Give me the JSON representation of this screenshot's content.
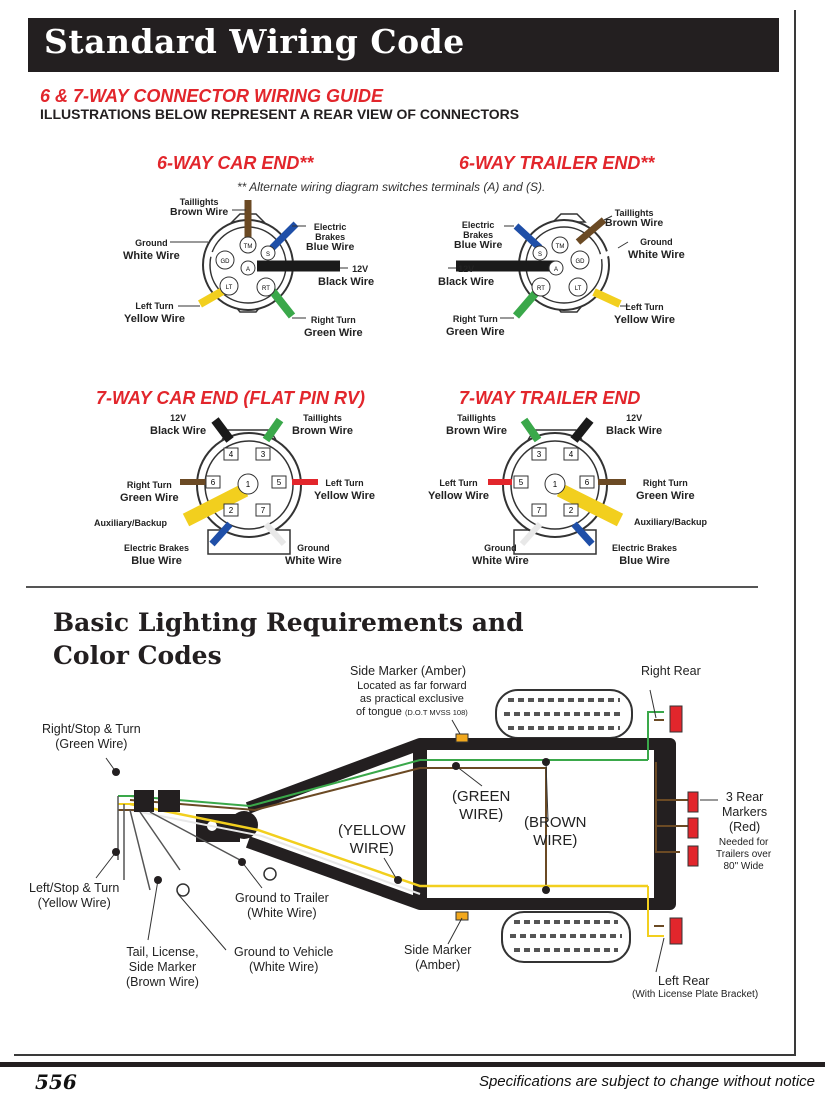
{
  "header": {
    "title": "Standard Wiring Code"
  },
  "guide": {
    "title": "6 & 7-WAY CONNECTOR WIRING GUIDE",
    "subtitle": "ILLUSTRATIONS BELOW REPRESENT A REAR VIEW OF CONNECTORS",
    "note": "** Alternate wiring diagram switches terminals (A) and (S)."
  },
  "six_car": {
    "title": "6-WAY CAR END**",
    "taillights": [
      "Taillights",
      "Brown Wire"
    ],
    "electric": [
      "Electric",
      "Brakes",
      "Blue Wire"
    ],
    "ground": [
      "Ground",
      "White Wire"
    ],
    "v12": [
      "12V",
      "Black Wire"
    ],
    "left": [
      "Left Turn",
      "Yellow Wire"
    ],
    "right": [
      "Right Turn",
      "Green Wire"
    ],
    "pins": [
      "TM",
      "S",
      "GD",
      "A",
      "LT",
      "RT"
    ]
  },
  "six_trailer": {
    "title": "6-WAY TRAILER END**",
    "electric": [
      "Electric",
      "Brakes",
      "Blue Wire"
    ],
    "taillights": [
      "Taillights",
      "Brown Wire"
    ],
    "ground": [
      "Ground",
      "White Wire"
    ],
    "v12": [
      "12V",
      "Black Wire"
    ],
    "right": [
      "Right Turn",
      "Green Wire"
    ],
    "left": [
      "Left Turn",
      "Yellow Wire"
    ],
    "pins": [
      "S",
      "TM",
      "GD",
      "A",
      "RT",
      "LT"
    ]
  },
  "seven_car": {
    "title": "7-WAY CAR END (FLAT PIN RV)",
    "v12": [
      "12V",
      "Black Wire"
    ],
    "taillights": [
      "Taillights",
      "Brown Wire"
    ],
    "right": [
      "Right Turn",
      "Green Wire"
    ],
    "left": [
      "Left Turn",
      "Yellow Wire"
    ],
    "aux": "Auxiliary/Backup",
    "brakes": [
      "Electric Brakes",
      "Blue Wire"
    ],
    "ground": [
      "Ground",
      "White Wire"
    ],
    "pins": [
      "4",
      "3",
      "6",
      "5",
      "2",
      "7",
      "1"
    ]
  },
  "seven_trailer": {
    "title": "7-WAY TRAILER END",
    "taillights": [
      "Taillights",
      "Brown Wire"
    ],
    "v12": [
      "12V",
      "Black Wire"
    ],
    "left": [
      "Left Turn",
      "Yellow Wire"
    ],
    "right": [
      "Right Turn",
      "Green Wire"
    ],
    "aux": "Auxiliary/Backup",
    "ground": [
      "Ground",
      "White Wire"
    ],
    "brakes": [
      "Electric Brakes",
      "Blue Wire"
    ],
    "pins": [
      "3",
      "4",
      "5",
      "6",
      "7",
      "2",
      "1"
    ]
  },
  "lighting": {
    "title_line1": "Basic Lighting Requirements and",
    "title_line2": "Color Codes",
    "side_marker_top": [
      "Side Marker (Amber)",
      "Located as far forward",
      "as practical exclusive",
      "of tongue"
    ],
    "dot_note": "(D.O.T MVSS 108)",
    "right_rear": "Right Rear",
    "right_stop": [
      "Right/Stop & Turn",
      "(Green Wire)"
    ],
    "green_wire": [
      "(GREEN",
      "WIRE)"
    ],
    "brown_wire": [
      "(BROWN",
      "WIRE)"
    ],
    "yellow_wire": [
      "(YELLOW",
      "WIRE)"
    ],
    "rear_markers": [
      "3 Rear",
      "Markers",
      "(Red)"
    ],
    "rear_markers_note": [
      "Needed for",
      "Trailers over",
      "80\" Wide"
    ],
    "left_stop": [
      "Left/Stop & Turn",
      "(Yellow Wire)"
    ],
    "ground_trailer": [
      "Ground to Trailer",
      "(White Wire)"
    ],
    "tail_license": [
      "Tail, License,",
      "Side Marker",
      "(Brown Wire)"
    ],
    "ground_vehicle": [
      "Ground to Vehicle",
      "(White Wire)"
    ],
    "side_marker_bottom": [
      "Side Marker",
      "(Amber)"
    ],
    "left_rear": "Left Rear",
    "left_rear_note": "(With License Plate Bracket)"
  },
  "footer": {
    "page": "556",
    "note": "Specifications are subject to change without notice"
  },
  "colors": {
    "title_bg": "#231f20",
    "accent_red": "#e2262c",
    "brown": "#6b4a24",
    "blue": "#1f4fa8",
    "black": "#1a1a1a",
    "yellow": "#f2cf1e",
    "green": "#3aa84a",
    "white_wire": "#e8e8e8",
    "amber": "#f2a81d",
    "lamp_red": "#e2262c"
  }
}
